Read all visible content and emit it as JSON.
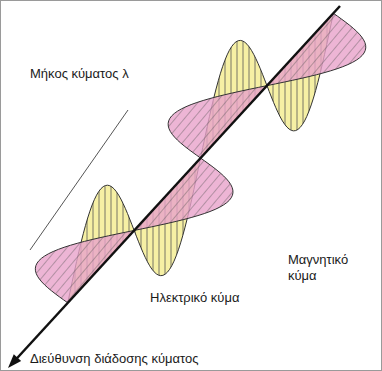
{
  "diagram": {
    "labels": [
      "Μήκος κύματος λ",
      "Μαγνητικό κύμα",
      "Ηλεκτρικό κύμα",
      "Διεύθυνση διάδοσης κύματος"
    ]
  }
}
